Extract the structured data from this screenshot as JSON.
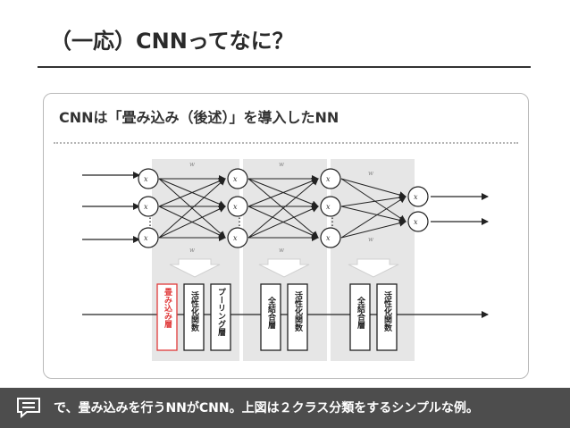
{
  "slide": {
    "title": "（一応）CNNってなに？",
    "heading": "CNNは「畳み込み（後述）」を導入したNN"
  },
  "diagram": {
    "weights": [
      "w",
      "w",
      "w",
      "w",
      "w",
      "w"
    ],
    "nodes": {
      "layer0": [
        "x",
        "x",
        "x"
      ],
      "layer1": [
        "x",
        "x",
        "x"
      ],
      "layer2": [
        "x",
        "x",
        "x"
      ],
      "output": [
        "x",
        "x"
      ]
    },
    "ellipsis": "⋮",
    "boxes": [
      {
        "label": "畳み込み層",
        "color": "#e03a3a"
      },
      {
        "label": "活性化関数",
        "color": "#222222"
      },
      {
        "label": "プーリング層",
        "color": "#222222"
      },
      {
        "label": "全結合層",
        "color": "#222222"
      },
      {
        "label": "活性化関数",
        "color": "#222222"
      },
      {
        "label": "全結合層",
        "color": "#222222"
      },
      {
        "label": "活性化関数",
        "color": "#222222"
      }
    ]
  },
  "footer": {
    "icon": "comment-icon",
    "text": "で、畳み込みを行うNNがCNN。上図は２クラス分類をするシンプルな例。"
  }
}
